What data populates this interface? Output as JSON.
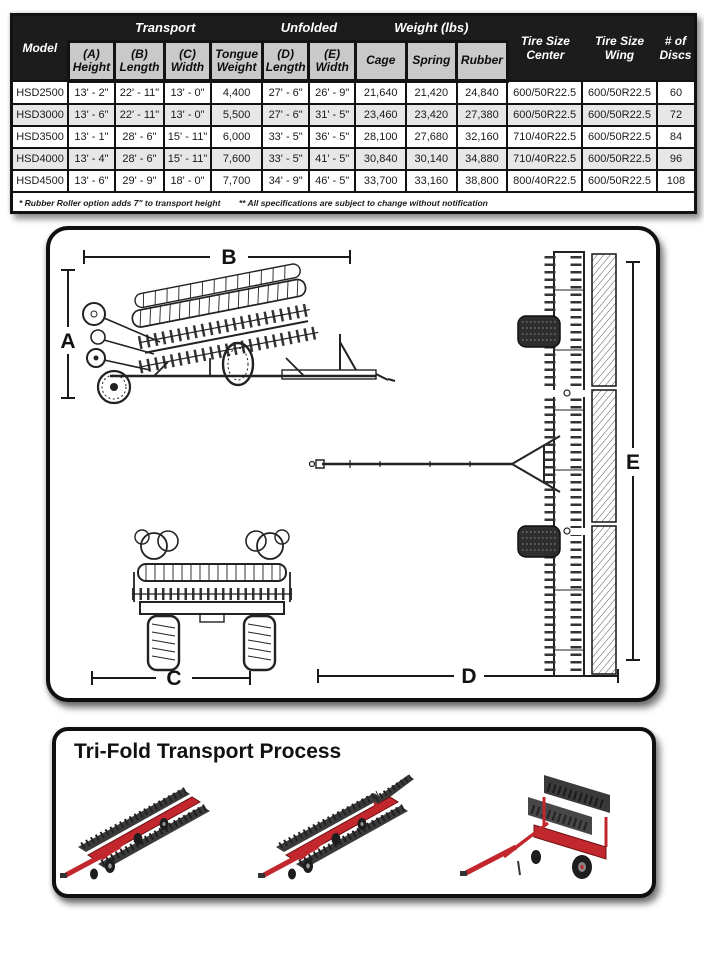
{
  "table": {
    "group_headers": {
      "transport": "Transport",
      "unfolded": "Unfolded",
      "weight": "Weight (lbs)"
    },
    "col_headers": {
      "model": "Model",
      "a": {
        "l1": "(A)",
        "l2": "Height"
      },
      "b": {
        "l1": "(B)",
        "l2": "Length"
      },
      "c": {
        "l1": "(C)",
        "l2": "Width"
      },
      "tongue": {
        "l1": "Tongue",
        "l2": "Weight"
      },
      "d": {
        "l1": "(D)",
        "l2": "Length"
      },
      "e": {
        "l1": "(E)",
        "l2": "Width"
      },
      "cage": "Cage",
      "spring": "Spring",
      "rubber": "Rubber",
      "tire_center": {
        "l1": "Tire Size",
        "l2": "Center"
      },
      "tire_wing": {
        "l1": "Tire Size",
        "l2": "Wing"
      },
      "discs": {
        "l1": "# of",
        "l2": "Discs"
      }
    },
    "rows": [
      [
        "HSD2500",
        "13' - 2\"",
        "22' - 11\"",
        "13' - 0\"",
        "4,400",
        "27' - 6\"",
        "26' - 9\"",
        "21,640",
        "21,420",
        "24,840",
        "600/50R22.5",
        "600/50R22.5",
        "60"
      ],
      [
        "HSD3000",
        "13' - 6\"",
        "22' - 11\"",
        "13' - 0\"",
        "5,500",
        "27' - 6\"",
        "31' - 5\"",
        "23,460",
        "23,420",
        "27,380",
        "600/50R22.5",
        "600/50R22.5",
        "72"
      ],
      [
        "HSD3500",
        "13' - 1\"",
        "28' - 6\"",
        "15' - 11\"",
        "6,000",
        "33' - 5\"",
        "36' - 5\"",
        "28,100",
        "27,680",
        "32,160",
        "710/40R22.5",
        "600/50R22.5",
        "84"
      ],
      [
        "HSD4000",
        "13' - 4\"",
        "28' - 6\"",
        "15' - 11\"",
        "7,600",
        "33' - 5\"",
        "41' - 5\"",
        "30,840",
        "30,140",
        "34,880",
        "710/40R22.5",
        "600/50R22.5",
        "96"
      ],
      [
        "HSD4500",
        "13' - 6\"",
        "29' - 9\"",
        "18' - 0\"",
        "7,700",
        "34' - 9\"",
        "46' - 5\"",
        "33,700",
        "33,160",
        "38,800",
        "800/40R22.5",
        "600/50R22.5",
        "108"
      ]
    ],
    "footnotes": {
      "note1": "* Rubber Roller option adds 7\" to transport height",
      "note2": "** All specifications are subject to change without notification"
    }
  },
  "diagram": {
    "labels": {
      "a": "A",
      "b": "B",
      "c": "C",
      "d": "D",
      "e": "E"
    }
  },
  "process": {
    "title": "Tri-Fold Transport Process"
  },
  "colors": {
    "header_bg": "#1c1c1c",
    "subheader_bg": "#c9c9c9",
    "row_alt_bg": "#e7e7e7",
    "machine_red": "#c1272d",
    "gang_gray": "#3a3a3a"
  }
}
